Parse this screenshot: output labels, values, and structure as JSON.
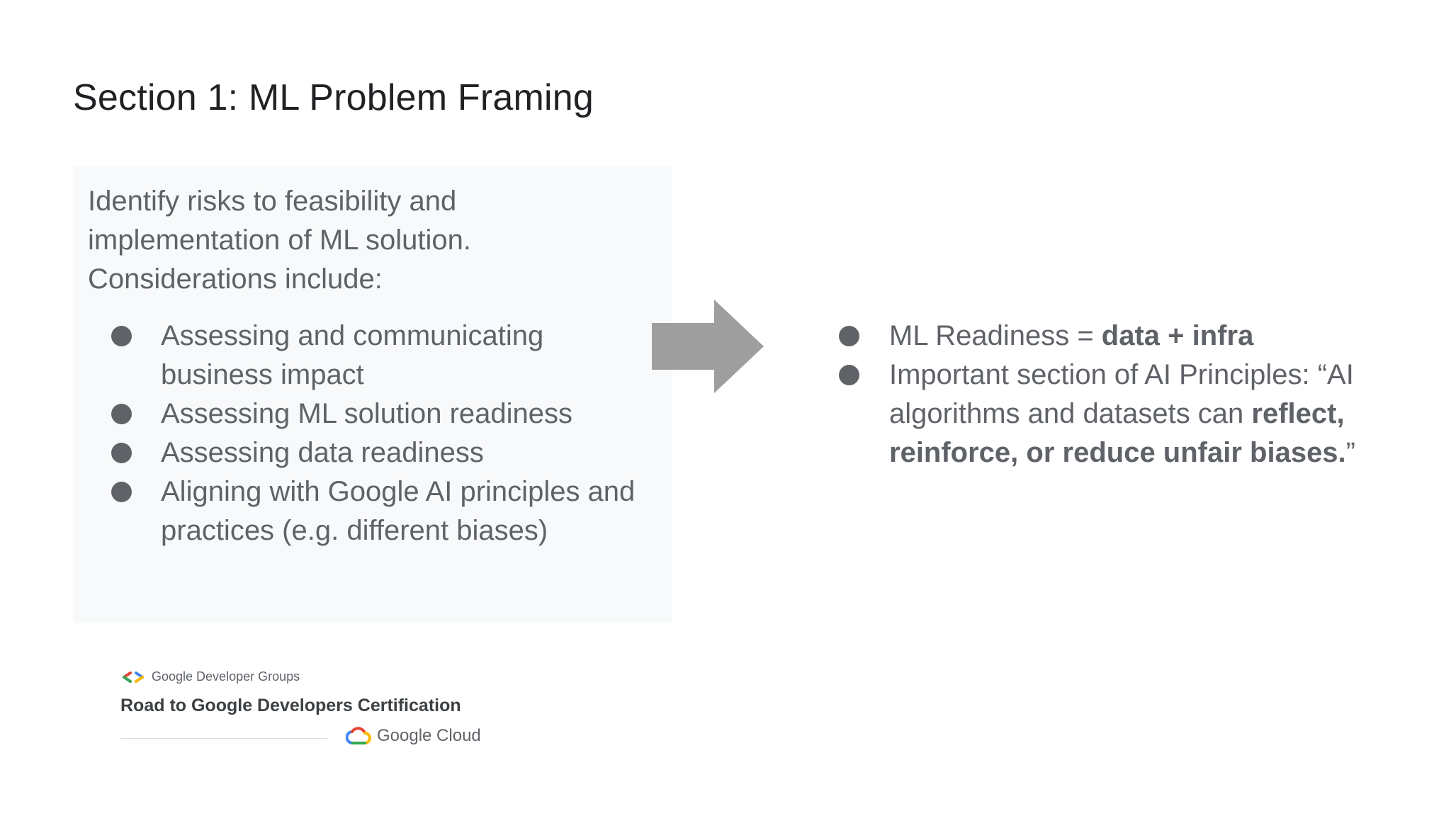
{
  "title": "Section 1: ML Problem Framing",
  "left_panel": {
    "intro": "Identify risks to feasibility and implementation of ML solution. Considerations include:",
    "items": [
      "Assessing and communicating business impact",
      "Assessing ML solution readiness",
      "Assessing data readiness",
      "Aligning with Google AI principles and practices (e.g. different biases)"
    ]
  },
  "arrow": {
    "icon": "right-arrow-icon",
    "color": "#9e9e9e"
  },
  "right_list": {
    "item1": {
      "text": "ML Readiness = ",
      "bold": "data + infra"
    },
    "item2": {
      "text": "Important section of AI Principles: “AI algorithms and datasets can ",
      "bold": "reflect, reinforce, or reduce unfair biases.",
      "tail": "”"
    }
  },
  "logo": {
    "group": "Google Developer Groups",
    "title": "Road to Google Developers Certification",
    "cloud": "Google Cloud",
    "icons": [
      "gdg-chevrons-icon",
      "google-cloud-icon"
    ]
  },
  "colors": {
    "title": "#202124",
    "body": "#5f6368",
    "panel": "#f8f9fa",
    "arrow": "#9e9e9e"
  }
}
